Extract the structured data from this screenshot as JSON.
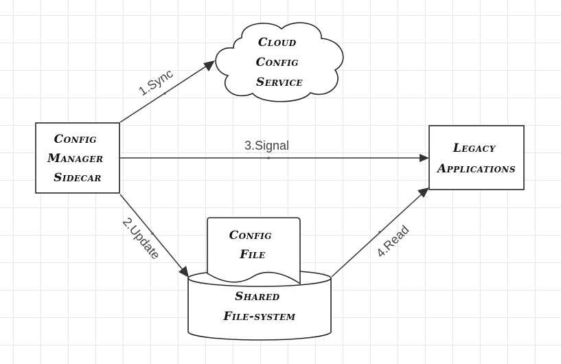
{
  "nodes": {
    "cloud_config_service": [
      "Cloud",
      "Config",
      "Service"
    ],
    "config_manager_sidecar": [
      "Config",
      "Manager",
      "Sidecar"
    ],
    "legacy_applications": [
      "Legacy",
      "Applications"
    ],
    "config_file": [
      "Config",
      "File"
    ],
    "shared_filesystem": [
      "Shared",
      "File-system"
    ]
  },
  "edges": {
    "sync": "1.Sync",
    "signal": "3.Signal",
    "update": "2.Update",
    "read": "4.Read"
  }
}
